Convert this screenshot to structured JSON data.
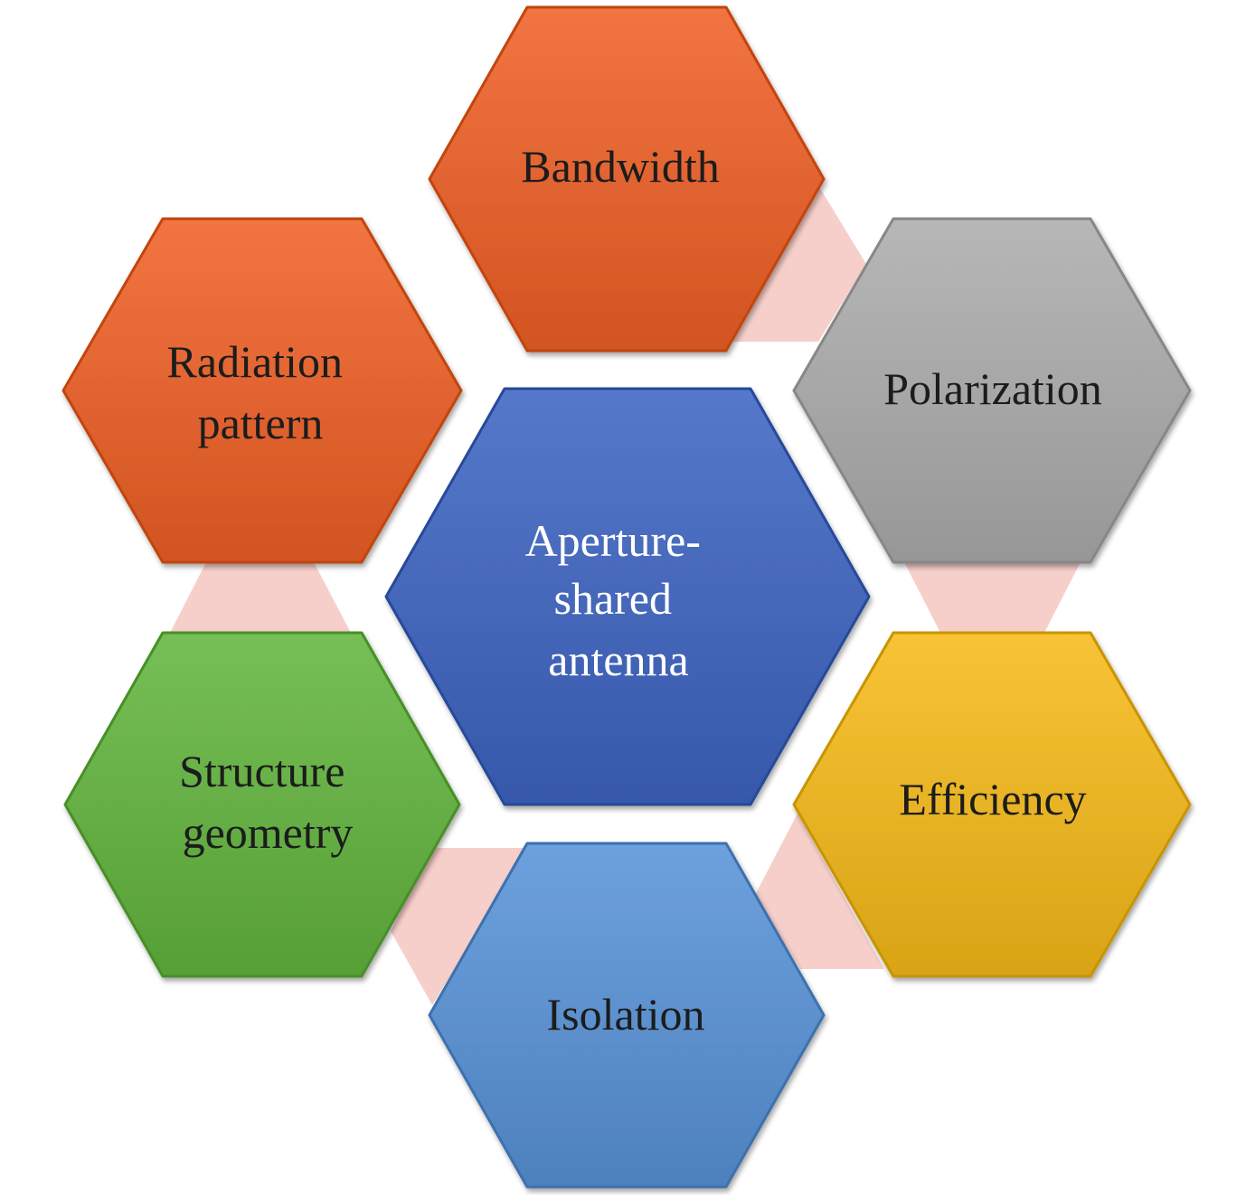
{
  "diagram": {
    "center": {
      "lines": [
        "Aperture-",
        "shared",
        "antenna"
      ],
      "color": "#4466b8"
    },
    "nodes": [
      {
        "id": "bandwidth",
        "lines": [
          "Bandwidth"
        ],
        "color": "#e0622f"
      },
      {
        "id": "polarization",
        "lines": [
          "Polarization"
        ],
        "color": "#a5a5a5"
      },
      {
        "id": "efficiency",
        "lines": [
          "Efficiency"
        ],
        "color": "#e6b224"
      },
      {
        "id": "isolation",
        "lines": [
          "Isolation"
        ],
        "color": "#5b8fcc"
      },
      {
        "id": "structure-geometry",
        "lines": [
          "Structure",
          "geometry"
        ],
        "color": "#64ad44"
      },
      {
        "id": "radiation-pattern",
        "lines": [
          "Radiation",
          "pattern"
        ],
        "color": "#e0622f"
      }
    ],
    "connector_color": "#f7cfca"
  }
}
